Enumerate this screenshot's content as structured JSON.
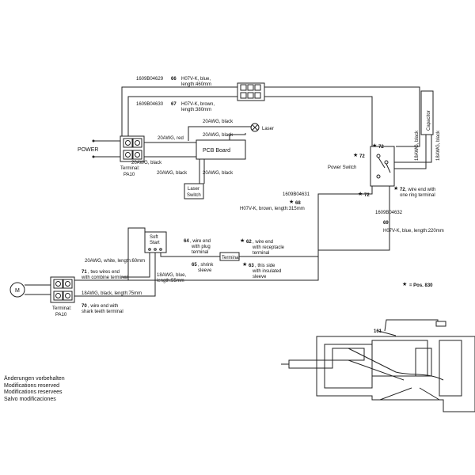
{
  "power_label": "POWER",
  "terminal_top": {
    "line1": "Terminal:",
    "line2": "PA10"
  },
  "terminal_bottom": {
    "line1": "Terminal:",
    "line2": "PA10"
  },
  "motor_label": "M",
  "pcb_label": "PCB Board",
  "laser_label": "Laser",
  "laser_switch": {
    "line1": "Laser",
    "line2": "Switch"
  },
  "capacitor_label": "Capacitor",
  "power_switch_label": "Power Switch",
  "soft_start": {
    "line1": "Soft",
    "line2": "Start"
  },
  "terminal_mid_label": "Terminal",
  "wires": {
    "w66_part": "1609B04629",
    "w66_num": "66",
    "w66_desc1": "H07V-K, blue,",
    "w66_desc2": "length:460mm",
    "w67_part": "1609B04630",
    "w67_num": "67",
    "w67_desc1": "H07V-K, brown,",
    "w67_desc2": "length:380mm",
    "awg20_red": "20AWG, red",
    "awg20_black_power": "20AWG, black",
    "awg20_black_laser1": "20AWG, black",
    "awg20_black_laser2": "20AWG, black",
    "awg20_black_sw1": "20AWG, black",
    "awg20_black_sw2": "20AWG, black",
    "cap1": "18AWG, black",
    "cap2": "18AWG, black",
    "w68_part": "1609B04631",
    "w68_num": "68",
    "w68_desc": "H07V-K, brown, length:315mm",
    "w69_part": "1609B04632",
    "w69_num": "69",
    "w69_desc": "H07V-K, blue, length:220mm",
    "w72_a": "72",
    "w72_b": "72",
    "w72_c": "72",
    "w72_end_num": "72",
    "w72_end_1": ", wire end with",
    "w72_end_2": "one ring terminal",
    "w64_num": "64",
    "w64_1": ", wire end",
    "w64_2": "with plug",
    "w64_3": "terminal",
    "w62_num": "62",
    "w62_1": ", wire end",
    "w62_2": "with receptacle",
    "w62_3": "terminal",
    "w65_num": "65",
    "w65_1": ", shrink",
    "w65_2": "sleeve",
    "w63_num": "63",
    "w63_1": ", this side",
    "w63_2": "with insulated",
    "w63_3": "sleeve",
    "white": "20AWG, white, length:60mm",
    "w71_num": "71",
    "w71_1": ", two wires end",
    "w71_2": "with combine terminal",
    "blue18_1": "18AWG, blue,",
    "blue18_2": "length:55mm",
    "black18_75": "18AWG, black, length:75mm",
    "w70_num": "70",
    "w70_1": ", wire end with",
    "w70_2": "shark teeth terminal",
    "w161": "161"
  },
  "legend_pos": "= Pos. 830",
  "footnote": [
    "Änderungen vorbehalten",
    "Modifications reserved",
    "Modifications reservees",
    "Salvo modificaciones"
  ]
}
